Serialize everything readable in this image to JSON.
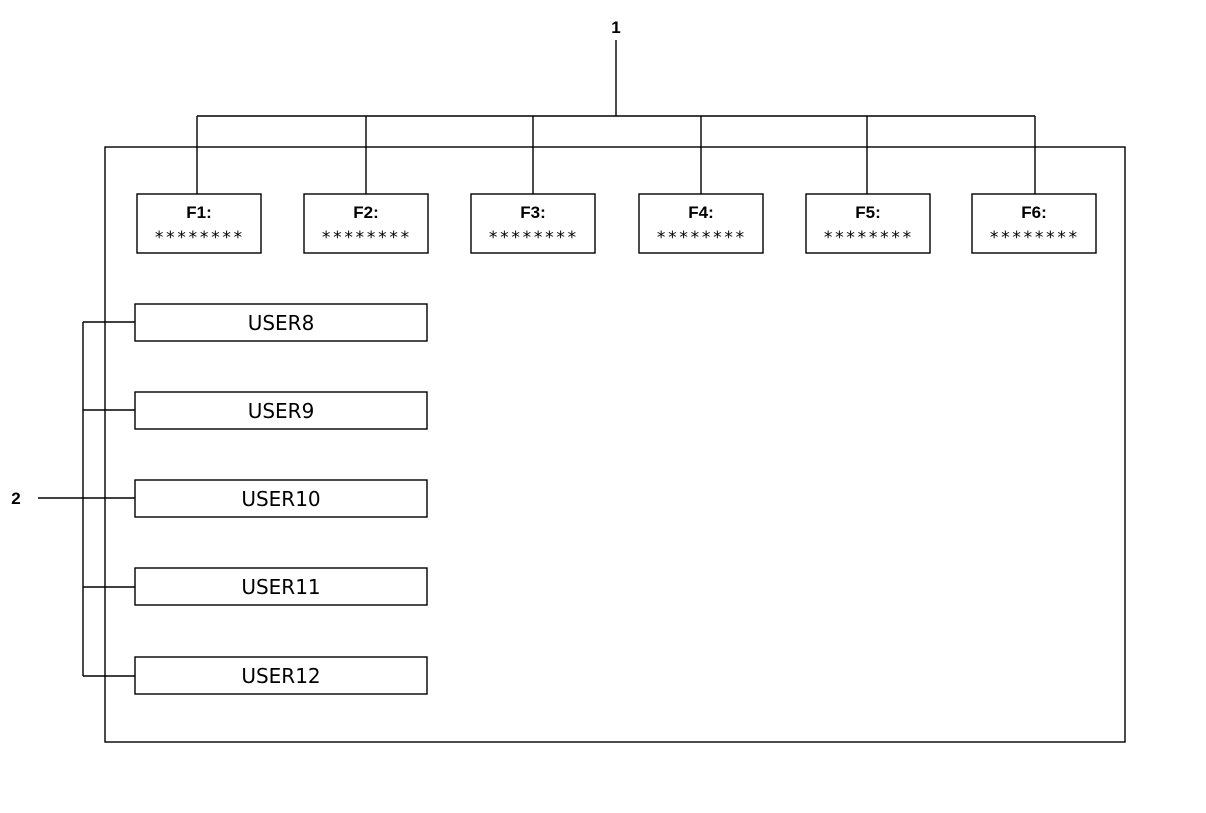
{
  "callouts": {
    "top": "1",
    "left": "2"
  },
  "function_keys": [
    {
      "label": "F1:",
      "value": "********"
    },
    {
      "label": "F2:",
      "value": "********"
    },
    {
      "label": "F3:",
      "value": "********"
    },
    {
      "label": "F4:",
      "value": "********"
    },
    {
      "label": "F5:",
      "value": "********"
    },
    {
      "label": "F6:",
      "value": "********"
    }
  ],
  "user_buttons": [
    {
      "label": "USER8"
    },
    {
      "label": "USER9"
    },
    {
      "label": "USER10"
    },
    {
      "label": "USER11"
    },
    {
      "label": "USER12"
    }
  ]
}
